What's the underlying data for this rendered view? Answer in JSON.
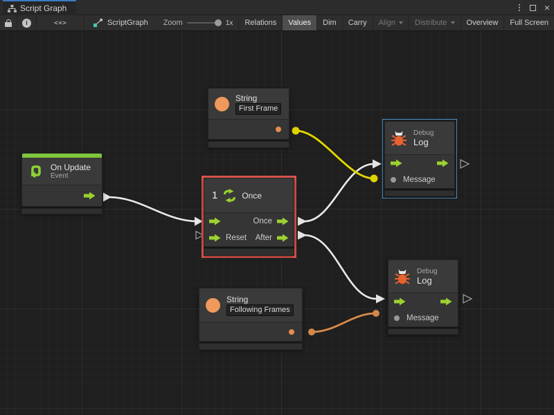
{
  "window": {
    "tab_title": "Script Graph",
    "icons": {
      "close": "×"
    }
  },
  "toolbar": {
    "code_glyph": "<×>",
    "graph_name": "ScriptGraph",
    "zoom_label": "Zoom",
    "zoom_value": "1x",
    "buttons": [
      {
        "label": "Relations",
        "active": false
      },
      {
        "label": "Values",
        "active": true
      },
      {
        "label": "Dim",
        "active": false
      },
      {
        "label": "Carry",
        "active": false
      },
      {
        "label": "Align",
        "disabled": true,
        "dropdown": true
      },
      {
        "label": "Distribute",
        "disabled": true,
        "dropdown": true
      },
      {
        "label": "Overview",
        "active": false
      },
      {
        "label": "Full Screen",
        "active": false
      }
    ]
  },
  "nodes": {
    "on_update": {
      "title": "On Update",
      "subtitle": "Event"
    },
    "string_first": {
      "title": "String",
      "value": "First Frame"
    },
    "string_following": {
      "title": "String",
      "value": "Following Frames"
    },
    "once": {
      "number": "1",
      "title": "Once",
      "out_once": "Once",
      "in_reset": "Reset",
      "out_after": "After"
    },
    "debug_top": {
      "kind": "Debug",
      "title": "Log",
      "message": "Message"
    },
    "debug_bottom": {
      "kind": "Debug",
      "title": "Log",
      "message": "Message"
    }
  },
  "colors": {
    "flow_green": "#9bd130",
    "event_green_bar": "#7fc73a",
    "string_orange": "#ef995c",
    "bug_orange": "#e8622f",
    "wire_white": "#e4e4e4",
    "wire_yellow": "#ded300",
    "wire_orange": "#d2884a",
    "selection_red": "#df564c",
    "selection_blue": "#4e93cb",
    "tab_accent_blue": "#3b7cc4"
  }
}
